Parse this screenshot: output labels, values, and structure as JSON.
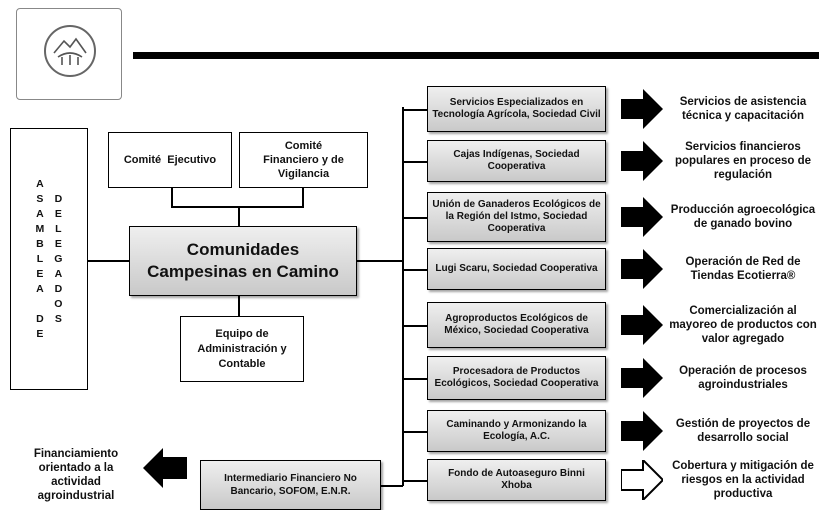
{
  "asamblea": {
    "col1": [
      "A",
      "S",
      "A",
      "M",
      "B",
      "L",
      "E",
      "A",
      "",
      "D",
      "E"
    ],
    "col2": [
      "D",
      "E",
      "L",
      "E",
      "G",
      "A",
      "D",
      "O",
      "S"
    ]
  },
  "comite_ejecutivo": "Comité  Ejecutivo",
  "comite_financiero": "Comité Financiero y de Vigilancia",
  "central": "Comunidades Campesinas en Camino",
  "equipo": "Equipo de Administración y Contable",
  "intermediario": "Intermediario Financiero No Bancario, SOFOM, E.N.R.",
  "financiamiento": "Financiamiento orientado a la actividad agroindustrial",
  "entities": [
    {
      "name": "Servicios Especializados en Tecnología Agrícola, Sociedad Civil",
      "outcome": "Servicios de asistencia técnica y capacitación"
    },
    {
      "name": "Cajas Indígenas, Sociedad Cooperativa",
      "outcome": "Servicios financieros populares en proceso de regulación"
    },
    {
      "name": "Unión de Ganaderos Ecológicos de la Región del Istmo, Sociedad Cooperativa",
      "outcome": "Producción agroecológica de ganado bovino"
    },
    {
      "name": "Lugi Scaru, Sociedad Cooperativa",
      "outcome": "Operación de Red de Tiendas Ecotierra®"
    },
    {
      "name": "Agroproductos Ecológicos de México, Sociedad Cooperativa",
      "outcome": "Comercialización al mayoreo de productos con valor agregado"
    },
    {
      "name": "Procesadora de Productos Ecológicos, Sociedad Cooperativa",
      "outcome": "Operación de procesos agroindustriales"
    },
    {
      "name": "Caminando y Armonizando la Ecología, A.C.",
      "outcome": "Gestión de proyectos de desarrollo social"
    },
    {
      "name": "Fondo de Autoaseguro Binni Xhoba",
      "outcome": "Cobertura y mitigación de riesgos en la actividad productiva"
    }
  ]
}
